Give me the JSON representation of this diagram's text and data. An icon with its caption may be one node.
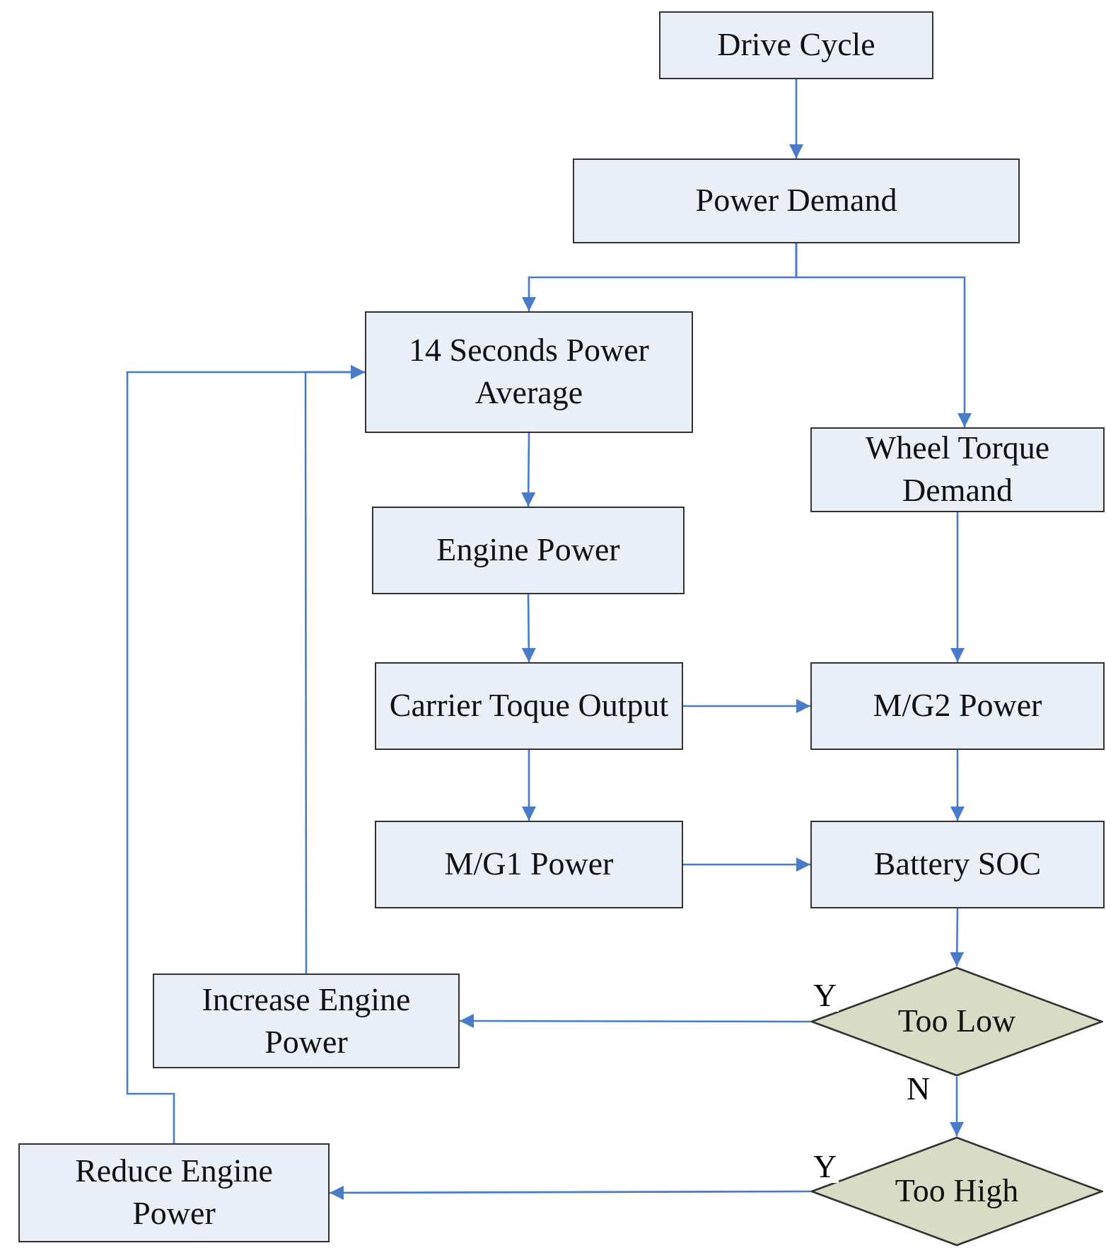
{
  "diagram": {
    "nodes": [
      {
        "text": [
          "Drive Cycle"
        ]
      },
      {
        "text": [
          "Power Demand"
        ]
      },
      {
        "text": [
          "14 Seconds Power Average"
        ]
      },
      {
        "text": [
          "Wheel Torque Demand"
        ]
      },
      {
        "text": [
          "Engine Power"
        ]
      },
      {
        "text": [
          "Carrier Toque Output"
        ]
      },
      {
        "text": [
          "M/G2 Power"
        ]
      },
      {
        "text": [
          "M/G1 Power"
        ]
      },
      {
        "text": [
          "Battery SOC"
        ]
      },
      {
        "text": [
          "Too Low"
        ]
      },
      {
        "text": [
          "Increase Engine Power"
        ]
      },
      {
        "text": [
          "Too High"
        ]
      },
      {
        "text": [
          "Reduce Engine Power"
        ]
      }
    ],
    "edges": [
      {
        "from": 0,
        "to": 1,
        "arrow": "to"
      },
      {
        "from": 1,
        "to": 2,
        "arrow": "to"
      },
      {
        "from": 1,
        "to": 3,
        "arrow": "to"
      },
      {
        "from": 2,
        "to": 4,
        "arrow": "to"
      },
      {
        "from": 3,
        "to": 6,
        "arrow": "to"
      },
      {
        "from": 4,
        "to": 5,
        "arrow": "to"
      },
      {
        "from": 5,
        "to": 6,
        "arrow": "to"
      },
      {
        "from": 5,
        "to": 7,
        "arrow": "to"
      },
      {
        "from": 7,
        "to": 8,
        "arrow": "to"
      },
      {
        "from": 6,
        "to": 8,
        "arrow": "to"
      },
      {
        "from": 8,
        "to": 9,
        "arrow": "to"
      },
      {
        "from": 9,
        "to": 10,
        "arrow": "to",
        "label": "Y"
      },
      {
        "from": 9,
        "to": 11,
        "arrow": "to",
        "label": "N"
      },
      {
        "from": 11,
        "to": 12,
        "arrow": "to",
        "label": "Y"
      },
      {
        "from": 10,
        "to": 2,
        "arrow": "to"
      },
      {
        "from": 12,
        "to": 2,
        "arrow": "to"
      }
    ]
  }
}
